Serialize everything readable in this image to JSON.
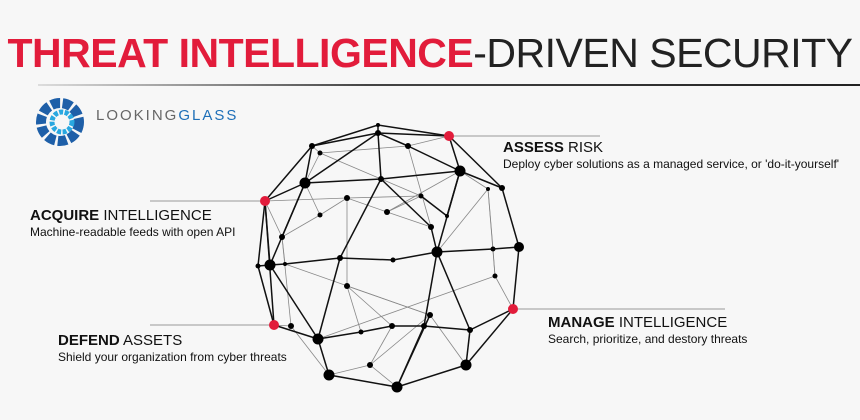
{
  "title": {
    "highlight": "THREAT INTELLIGENCE",
    "rest": "-DRIVEN SECURITY"
  },
  "logo": {
    "part1": "LOOKING",
    "part2": "GLASS"
  },
  "colors": {
    "accent": "#e21c3b",
    "logo_blue": "#1e6fb8",
    "text": "#111111"
  },
  "labels": {
    "assess": {
      "bold": "ASSESS",
      "regular": " RISK",
      "sub": "Deploy cyber solutions as a managed service, or 'do-it-yourself'"
    },
    "acquire": {
      "bold": "ACQUIRE",
      "regular": " INTELLIGENCE",
      "sub": "Machine-readable feeds with open API"
    },
    "manage": {
      "bold": "MANAGE",
      "regular": " INTELLIGENCE",
      "sub": "Search, prioritize, and destory threats"
    },
    "defend": {
      "bold": "DEFEND",
      "regular": " ASSETS",
      "sub": "Shield your organization from cyber threats"
    }
  }
}
